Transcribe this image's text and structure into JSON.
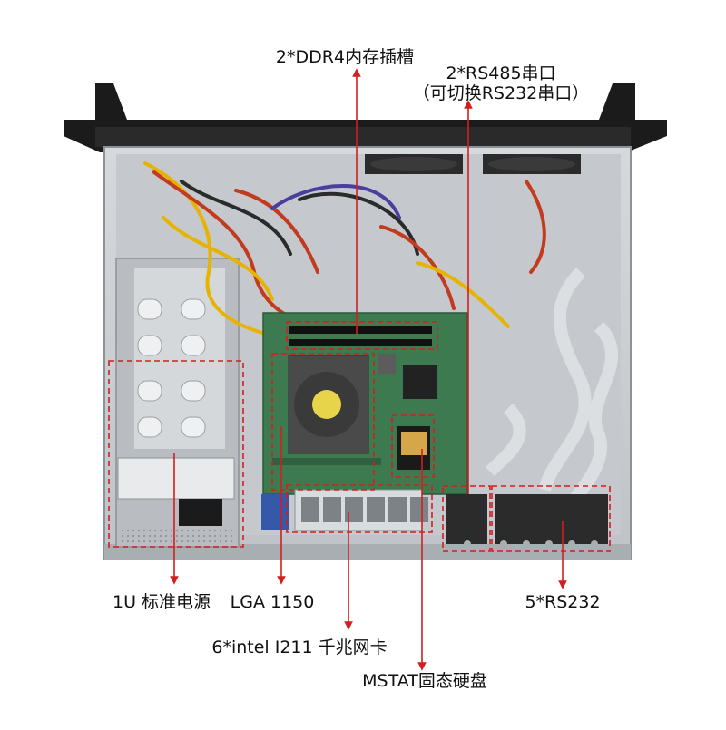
{
  "labels": {
    "ddr4": "2*DDR4内存插槽",
    "rs485_line1": "2*RS485串口",
    "rs485_line2": "（可切换RS232串口）",
    "psu": "1U 标准电源",
    "cpu": "LGA 1150",
    "nic": "6*intel I211 千兆网卡",
    "rs232": "5*RS232",
    "msata": "MSTAT固态硬盘"
  },
  "colors": {
    "annotation": "#d11f1f",
    "chassis": "#c9ccd0",
    "ear": "#1b1b1b",
    "pcb": "#3e7a4f",
    "heatsink": "#4a4a4a",
    "fan_label": "#e8d44a"
  }
}
